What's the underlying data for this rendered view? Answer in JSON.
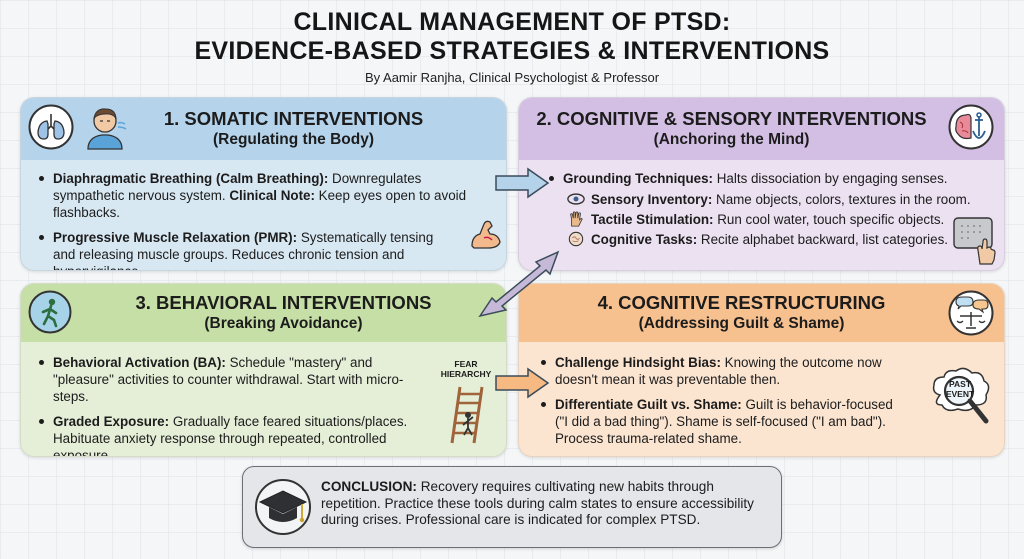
{
  "header": {
    "title_line1": "CLINICAL MANAGEMENT OF PTSD:",
    "title_line2": "EVIDENCE-BASED STRATEGIES & INTERVENTIONS",
    "author": "By Aamir Ranjha, Clinical Psychologist & Professor"
  },
  "panels": {
    "somatic": {
      "title": "1. SOMATIC INTERVENTIONS",
      "subtitle": "(Regulating the Body)",
      "items": [
        {
          "label": "Diaphragmatic Breathing (Calm Breathing):",
          "text": " Downregulates sympathetic nervous system. ",
          "note_label": "Clinical Note:",
          "note_text": " Keep eyes open to avoid flashbacks."
        },
        {
          "label": "Progressive Muscle Relaxation (PMR):",
          "text": " Systematically tensing and releasing muscle groups. Reduces chronic tension and hypervigilance."
        }
      ]
    },
    "cognitive_sensory": {
      "title": "2. COGNITIVE & SENSORY INTERVENTIONS",
      "subtitle": "(Anchoring the Mind)",
      "grounding": {
        "label": "Grounding Techniques:",
        "text": " Halts dissociation by engaging senses."
      },
      "sub_items": [
        {
          "label": "Sensory Inventory:",
          "text": " Name objects, colors, textures in the room.",
          "icon": "eye-icon"
        },
        {
          "label": "Tactile Stimulation:",
          "text": " Run cool water, touch specific objects.",
          "icon": "hand-icon"
        },
        {
          "label": "Cognitive Tasks:",
          "text": " Recite alphabet backward, list categories.",
          "icon": "brain-icon"
        }
      ]
    },
    "behavioral": {
      "title": "3. BEHAVIORAL INTERVENTIONS",
      "subtitle": "(Breaking Avoidance)",
      "fear_label": "FEAR HIERARCHY",
      "items": [
        {
          "label": "Behavioral Activation (BA):",
          "text": " Schedule \"mastery\" and \"pleasure\" activities to counter withdrawal. Start with micro-steps."
        },
        {
          "label": "Graded Exposure:",
          "text": " Gradually face feared situations/places. Habituate anxiety response through repeated, controlled exposure."
        }
      ]
    },
    "restructuring": {
      "title": "4. COGNITIVE RESTRUCTURING",
      "subtitle": "(Addressing Guilt & Shame)",
      "past_event_label": "PAST EVENT",
      "items": [
        {
          "label": "Challenge Hindsight Bias:",
          "text": " Knowing the outcome now doesn't mean it was preventable then."
        },
        {
          "label": "Differentiate Guilt vs. Shame:",
          "text": " Guilt is behavior-focused (\"I did a bad thing\"). Shame is self-focused (\"I am bad\"). Process trauma-related shame."
        }
      ]
    }
  },
  "conclusion": {
    "label": "CONCLUSION:",
    "text": " Recovery requires cultivating new habits through repetition. Practice these tools during calm states to ensure accessibility during crises. Professional care is indicated for complex PTSD."
  },
  "colors": {
    "somatic_header": "#b5d4ec",
    "cognitive_header": "#d3bfe4",
    "behavioral_header": "#c6dfa6",
    "restructuring_header": "#f6c08f"
  }
}
